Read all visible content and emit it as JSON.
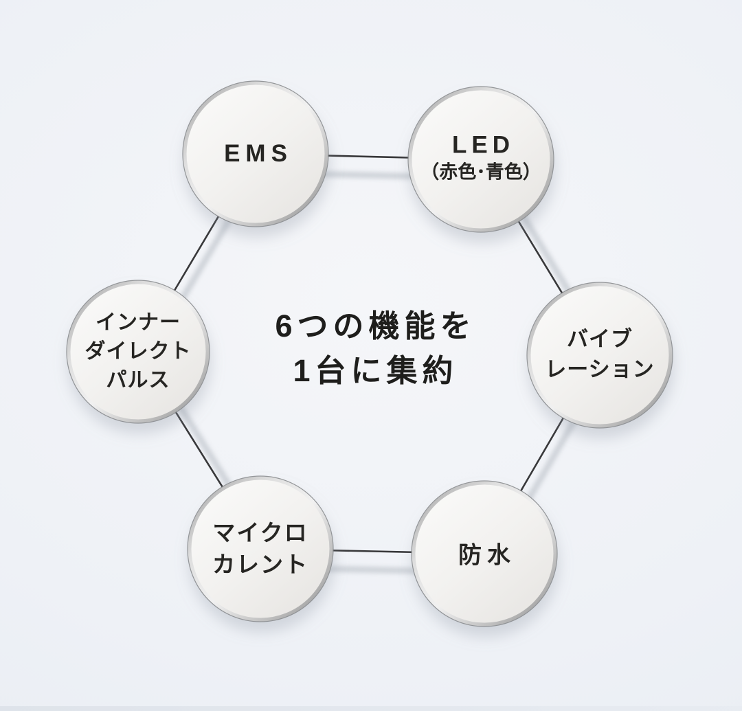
{
  "center": {
    "line1": "6つの機能を",
    "line2": "1台に集約"
  },
  "nodes": [
    {
      "id": "ems",
      "label": "EMS",
      "lines": [
        "EMS"
      ]
    },
    {
      "id": "led",
      "label": "LED（赤色･青色）",
      "lines": [
        "LED",
        "（赤色･青色）"
      ]
    },
    {
      "id": "vibration",
      "label": "バイブレーション",
      "lines": [
        "バイブ",
        "レーション"
      ]
    },
    {
      "id": "inner-direct-pulse",
      "label": "インナーダイレクトパルス",
      "lines": [
        "インナー",
        "ダイレクト",
        "パルス"
      ]
    },
    {
      "id": "microcurrent",
      "label": "マイクロカレント",
      "lines": [
        "マイクロ",
        "カレント"
      ]
    },
    {
      "id": "waterproof",
      "label": "防水",
      "lines": [
        "防水"
      ]
    }
  ],
  "connections": [
    {
      "from": "ems",
      "to": "led"
    },
    {
      "from": "ems",
      "to": "inner-direct-pulse"
    },
    {
      "from": "led",
      "to": "vibration"
    },
    {
      "from": "inner-direct-pulse",
      "to": "microcurrent"
    },
    {
      "from": "vibration",
      "to": "waterproof"
    },
    {
      "from": "microcurrent",
      "to": "waterproof"
    }
  ],
  "colors": {
    "background_center": "#f5f6f9",
    "background_edge": "#e7ebf2",
    "circle_fill": "#f2f1ef",
    "ring_silver": "#d9d9d9",
    "line_dark": "#38383a",
    "text": "#262522",
    "text_heading": "#1e1e1c"
  }
}
